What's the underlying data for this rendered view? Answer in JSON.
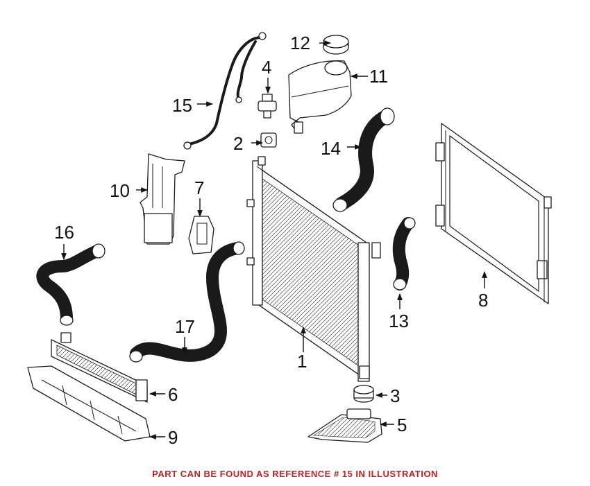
{
  "callouts": {
    "c1": "1",
    "c2": "2",
    "c3": "3",
    "c4": "4",
    "c5": "5",
    "c6": "6",
    "c7": "7",
    "c8": "8",
    "c9": "9",
    "c10": "10",
    "c11": "11",
    "c12": "12",
    "c13": "13",
    "c14": "14",
    "c15": "15",
    "c16": "16",
    "c17": "17"
  },
  "caption": {
    "text": "PART CAN BE FOUND AS REFERENCE # 15 IN ILLUSTRATION",
    "color": "#d11a1a"
  }
}
